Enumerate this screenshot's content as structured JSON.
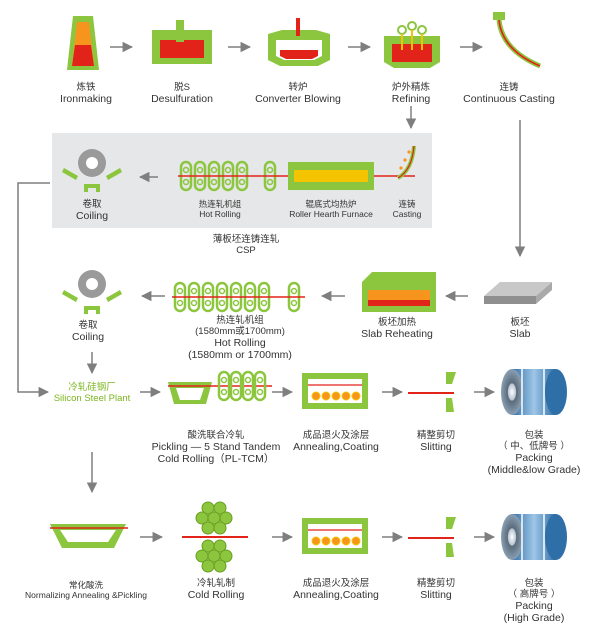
{
  "colors": {
    "green": "#8cc63f",
    "green_dark": "#6a9e1f",
    "red": "#e2231a",
    "orange": "#f7941d",
    "yellow": "#f5c400",
    "gray_panel": "#e6e7e8",
    "arrow": "#7f7f7f",
    "coil_blue": "#4a90c8"
  },
  "row1": {
    "ironmaking": {
      "cn": "炼铁",
      "en": "Ironmaking"
    },
    "desulfuration": {
      "cn": "脱S",
      "en": "Desulfuration"
    },
    "converter": {
      "cn": "转炉",
      "en": "Converter Blowing"
    },
    "refining": {
      "cn": "炉外精炼",
      "en": "Refining"
    },
    "casting": {
      "cn": "连铸",
      "en": "Continuous Casting"
    }
  },
  "csp": {
    "coiling": {
      "cn": "卷取",
      "en": "Coiling"
    },
    "hot_rolling": {
      "cn": "热连轧机组",
      "en": "Hot Rolling"
    },
    "furnace": {
      "cn": "辊底式均热炉",
      "en": "Roller Hearth Furnace"
    },
    "casting": {
      "cn": "连铸",
      "en": "Casting"
    },
    "title_cn": "薄板坯连铸连轧",
    "title_en": "CSP"
  },
  "row3": {
    "coiling": {
      "cn": "卷取",
      "en": "Coiling"
    },
    "hot_rolling": {
      "cn": "热连轧机组",
      "cn2": "(1580mm或1700mm)",
      "en": "Hot Rolling",
      "en2": "(1580mm or 1700mm)"
    },
    "reheating": {
      "cn": "板坯加热",
      "en": "Slab Reheating"
    },
    "slab": {
      "cn": "板坯",
      "en": "Slab"
    }
  },
  "row4": {
    "plant": {
      "cn": "冷轧硅钢厂",
      "en": "Silicon Steel Plant"
    },
    "pickling": {
      "cn": "酸洗联合冷轧",
      "en": "Pickling — 5 Stand Tandem",
      "en2": "Cold Rolling（PL-TCM）"
    },
    "annealing": {
      "cn": "成品退火及涂层",
      "en": "Annealing,Coating"
    },
    "slitting": {
      "cn": "精整剪切",
      "en": "Slitting"
    },
    "packing": {
      "cn": "包装",
      "cn2": "（ 中、低牌号 ）",
      "en": "Packing",
      "en2": "(Middle&low Grade)"
    }
  },
  "row5": {
    "normalizing": {
      "cn": "常化酸洗",
      "en": "Normalizing Annealing &Pickling"
    },
    "cold_rolling": {
      "cn": "冷轧轧制",
      "en": "Cold Rolling"
    },
    "annealing": {
      "cn": "成品退火及涂层",
      "en": "Annealing,Coating"
    },
    "slitting": {
      "cn": "精整剪切",
      "en": "Slitting"
    },
    "packing": {
      "cn": "包装",
      "cn2": "（ 高牌号 ）",
      "en": "Packing",
      "en2": "(High Grade)"
    }
  }
}
